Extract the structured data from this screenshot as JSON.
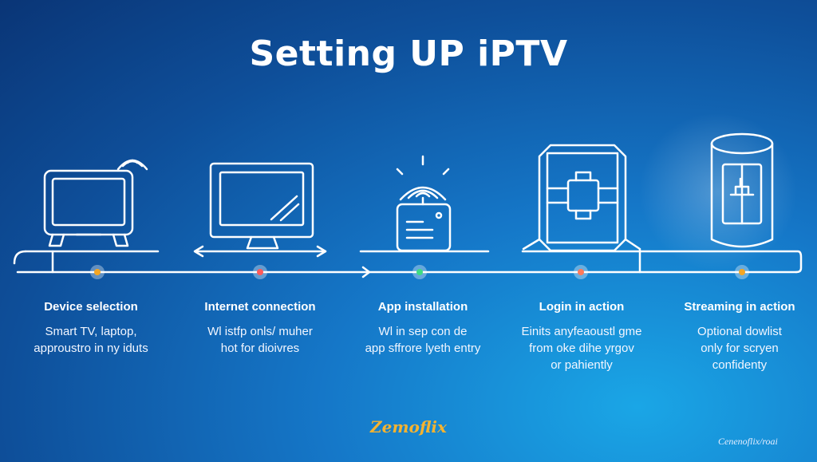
{
  "title": "Setting UP iPTV",
  "steps": [
    {
      "title": "Device selection",
      "desc": [
        "Smart TV, laptop,",
        "approustro in ny iduts"
      ],
      "icon": "tv-icon",
      "dot_color": "#f5a623"
    },
    {
      "title": "Internet connection",
      "desc": [
        "Wl istfp onls/ muher",
        "hot for dioivres"
      ],
      "icon": "monitor-icon",
      "dot_color": "#ff5a5a"
    },
    {
      "title": "App installation",
      "desc": [
        "Wl in sep con de",
        "app sffrore lyeth entry"
      ],
      "icon": "router-icon",
      "dot_color": "#3ddc84"
    },
    {
      "title": "Login in action",
      "desc": [
        "Einits anyfeaoustl gme",
        "from oke dihe yrgov",
        "or pahiently"
      ],
      "icon": "device-icon",
      "dot_color": "#ff7a5a"
    },
    {
      "title": "Streaming in action",
      "desc": [
        "Optional dowlist",
        "only for scryen",
        "confidenty"
      ],
      "icon": "cylinder-icon",
      "dot_color": "#f5a623"
    }
  ],
  "brand": "Zemoflix",
  "credit": "Cenenoflix/roai"
}
